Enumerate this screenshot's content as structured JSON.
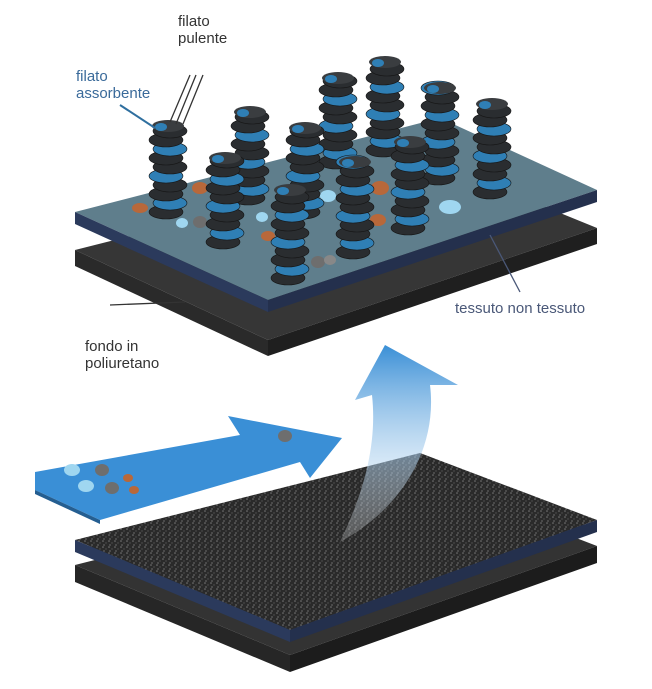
{
  "labels": {
    "cleaning_yarn": "filato pulente",
    "absorbent_yarn": "filato assorbente",
    "nonwoven": "tessuto non tessuto",
    "polyurethane_base": "fondo in poliuretano"
  },
  "colors": {
    "yarn_blue": "#2f7fb5",
    "yarn_dark": "#2a2d30",
    "nonwoven_top": "#5f7e8c",
    "edge_navy": "#2b3a5c",
    "base_black": "#333333",
    "arrow_blue": "#3a8fd6",
    "absorbent_label": "#3a6a9a",
    "nonwoven_label": "#4a5878"
  }
}
